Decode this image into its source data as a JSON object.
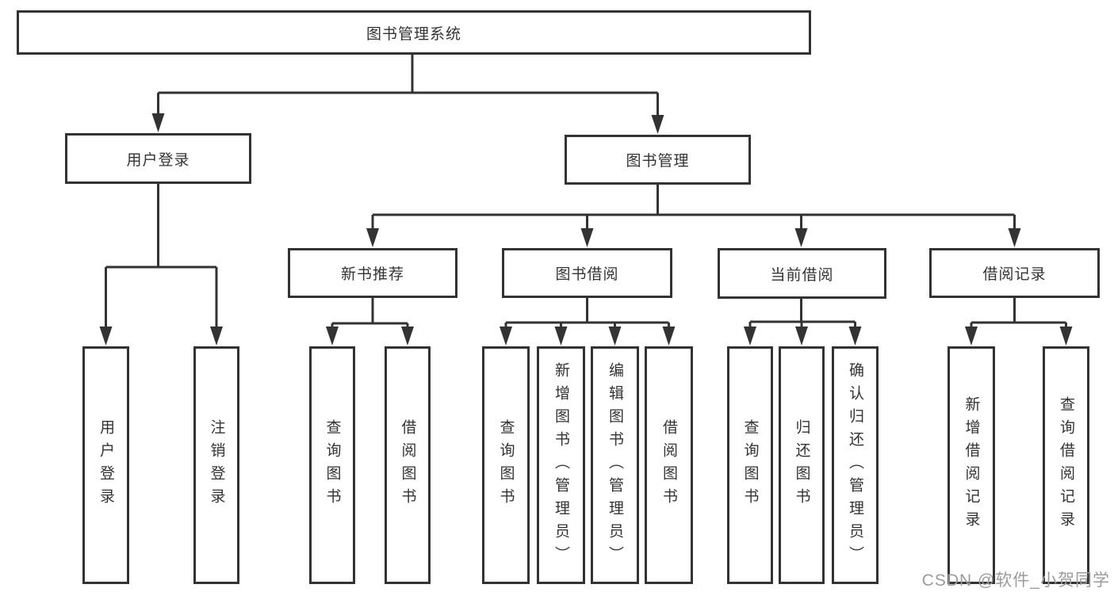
{
  "tree": {
    "root": {
      "label": "图书管理系统"
    },
    "branches": [
      {
        "label": "用户登录",
        "children": [
          {
            "label": "用户登录"
          },
          {
            "label": "注销登录"
          }
        ]
      },
      {
        "label": "图书管理",
        "children": [
          {
            "label": "新书推荐",
            "children": [
              {
                "label": "查询图书"
              },
              {
                "label": "借阅图书"
              }
            ]
          },
          {
            "label": "图书借阅",
            "children": [
              {
                "label": "查询图书"
              },
              {
                "label": "新增图书（管理员）"
              },
              {
                "label": "编辑图书（管理员）"
              },
              {
                "label": "借阅图书"
              }
            ]
          },
          {
            "label": "当前借阅",
            "children": [
              {
                "label": "查询图书"
              },
              {
                "label": "归还图书"
              },
              {
                "label": "确认归还（管理员）"
              }
            ]
          },
          {
            "label": "借阅记录",
            "children": [
              {
                "label": "新增借阅记录"
              },
              {
                "label": "查询借阅记录"
              }
            ]
          }
        ]
      }
    ]
  },
  "watermark": {
    "text": "CSDN @软件_小贺同学"
  },
  "colors": {
    "line": "#333333",
    "box_border": "#333333",
    "text": "#333333",
    "watermark": "#9b9b9b",
    "background": "#ffffff"
  }
}
